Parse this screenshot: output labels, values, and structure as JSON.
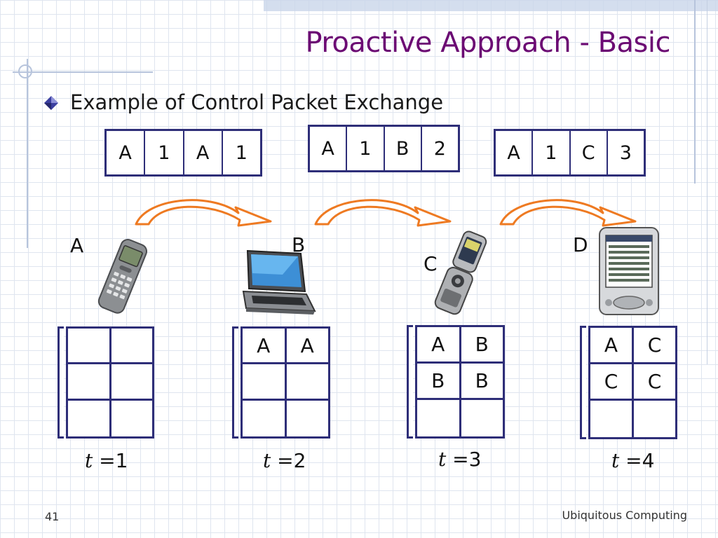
{
  "slide": {
    "title": "Proactive Approach - Basic",
    "bullet": "Example of Control Packet Exchange",
    "page_number": "41",
    "course": "Ubiquitous Computing"
  },
  "packets": [
    {
      "cells": [
        "A",
        "1",
        "A",
        "1"
      ]
    },
    {
      "cells": [
        "A",
        "1",
        "B",
        "2"
      ]
    },
    {
      "cells": [
        "A",
        "1",
        "C",
        "3"
      ]
    }
  ],
  "nodes": [
    {
      "label": "A",
      "device": "mobile-phone-icon"
    },
    {
      "label": "B",
      "device": "laptop-icon"
    },
    {
      "label": "C",
      "device": "flip-phone-icon"
    },
    {
      "label": "D",
      "device": "pda-icon"
    }
  ],
  "tables": [
    {
      "rows": [
        [
          "",
          ""
        ],
        [
          "",
          ""
        ],
        [
          "",
          ""
        ]
      ]
    },
    {
      "rows": [
        [
          "A",
          "A"
        ],
        [
          "",
          ""
        ],
        [
          "",
          ""
        ]
      ]
    },
    {
      "rows": [
        [
          "A",
          "B"
        ],
        [
          "B",
          "B"
        ],
        [
          "",
          ""
        ]
      ]
    },
    {
      "rows": [
        [
          "A",
          "C"
        ],
        [
          "C",
          "C"
        ],
        [
          "",
          ""
        ]
      ]
    }
  ],
  "times": [
    {
      "var": "t",
      "value": " =1"
    },
    {
      "var": "t",
      "value": " =2"
    },
    {
      "var": "t",
      "value": " =3"
    },
    {
      "var": "t",
      "value": " =4"
    }
  ],
  "colors": {
    "title": "#6b0a73",
    "table_border": "#2e2e78",
    "arrow": "#ee7a22"
  }
}
